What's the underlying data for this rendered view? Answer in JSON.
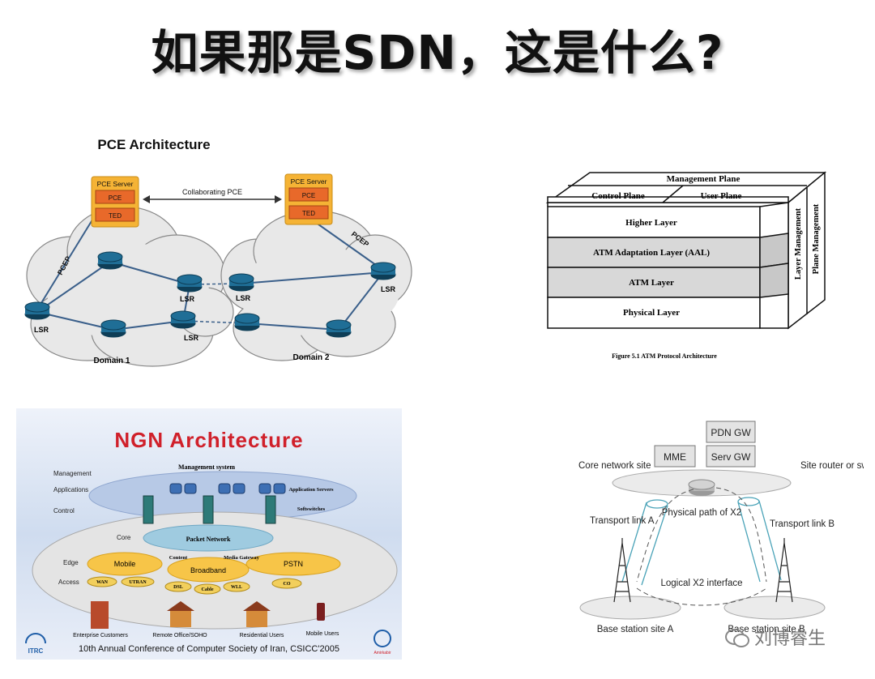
{
  "page": {
    "title": "如果那是SDN，这是什么?"
  },
  "pce": {
    "title": "PCE Architecture",
    "server_label": "PCE Server",
    "pce_label": "PCE",
    "ted_label": "TED",
    "collab_label": "Collaborating PCE",
    "pcep_label": "PCEP",
    "lsr_label": "LSR",
    "domain1": "Domain 1",
    "domain2": "Domain 2"
  },
  "atm": {
    "management_plane": "Management Plane",
    "control_plane": "Control Plane",
    "user_plane": "User Plane",
    "higher_layer": "Higher Layer",
    "aal_layer": "ATM Adaptation Layer (AAL)",
    "atm_layer": "ATM Layer",
    "physical_layer": "Physical Layer",
    "layer_management": "Layer Management",
    "plane_management": "Plane Management",
    "caption": "Figure 5.1  ATM Protocol Architecture"
  },
  "ngn": {
    "title": "NGN Architecture",
    "management": "Management",
    "applications": "Applications",
    "control": "Control",
    "core": "Core",
    "edge": "Edge",
    "access": "Access",
    "management_system": "Management system",
    "application_servers": "Application Servers",
    "softswitches": "Softswitches",
    "packet_network": "Packet Network",
    "content": "Content",
    "media_gateway": "Media Gateway",
    "mobile": "Mobile",
    "broadband": "Broadband",
    "pstn": "PSTN",
    "wan": "WAN",
    "utran": "UTRAN",
    "dsl": "DSL",
    "cable": "Cable",
    "wll": "WLL",
    "co": "CO",
    "enterprise": "Enterprise Customers",
    "remote_office": "Remote Office/SOHO",
    "residential": "Residential Users",
    "mobile_users": "Mobile Users",
    "footer": "10th Annual Conference of Computer Society of Iran, CSICC'2005",
    "itrc": "ITRC",
    "amirkabir": "Amirkabir"
  },
  "lte": {
    "pdn_gw": "PDN GW",
    "mme": "MME",
    "serv_gw": "Serv GW",
    "core_site": "Core network site",
    "site_router": "Site router or switch",
    "transport_a": "Transport link A",
    "transport_b": "Transport link B",
    "physical_path": "Physical path of X2",
    "logical_x2": "Logical X2 interface",
    "base_a": "Base station site A",
    "base_b": "Base station site B"
  },
  "watermark": {
    "text": "刘博睿生"
  },
  "colors": {
    "pce_server": "#f5b335",
    "pce_box": "#e8692a",
    "router": "#1f6e96",
    "ngn_title": "#d0202a",
    "ngn_bg": "#cfdcef"
  }
}
